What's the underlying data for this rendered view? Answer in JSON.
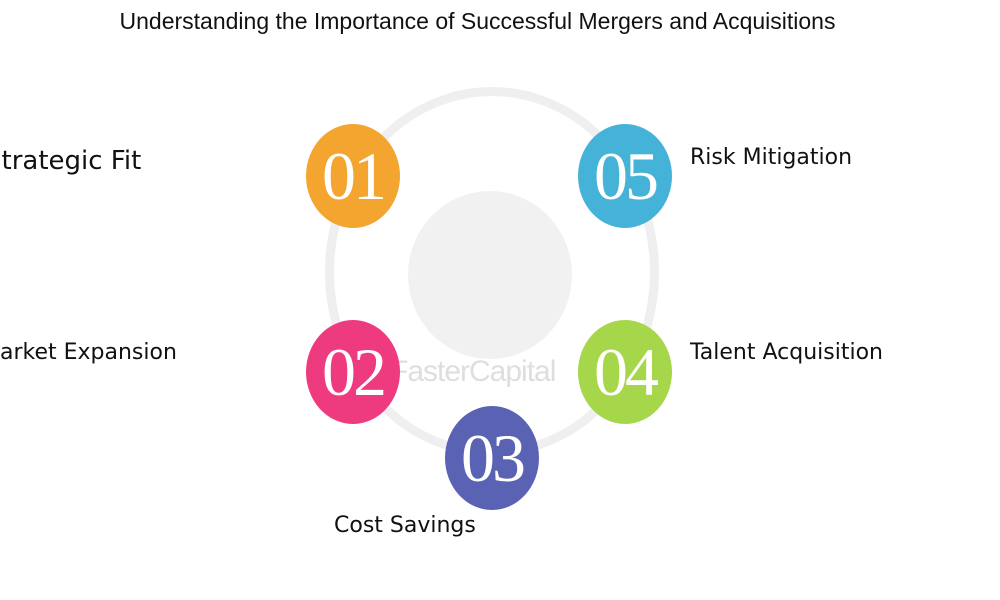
{
  "title": "Understanding the Importance of Successful Mergers and Acquisitions",
  "items": [
    {
      "number": "01",
      "label": "Strategic Fit",
      "color": "#f3a530"
    },
    {
      "number": "02",
      "label": "Market Expansion",
      "color": "#ee3a7f"
    },
    {
      "number": "03",
      "label": "Cost Savings",
      "color": "#5a62b4"
    },
    {
      "number": "04",
      "label": "Talent Acquisition",
      "color": "#a6d64a"
    },
    {
      "number": "05",
      "label": "Risk Mitigation",
      "color": "#45b3d7"
    }
  ],
  "watermark": "FasterCapital"
}
